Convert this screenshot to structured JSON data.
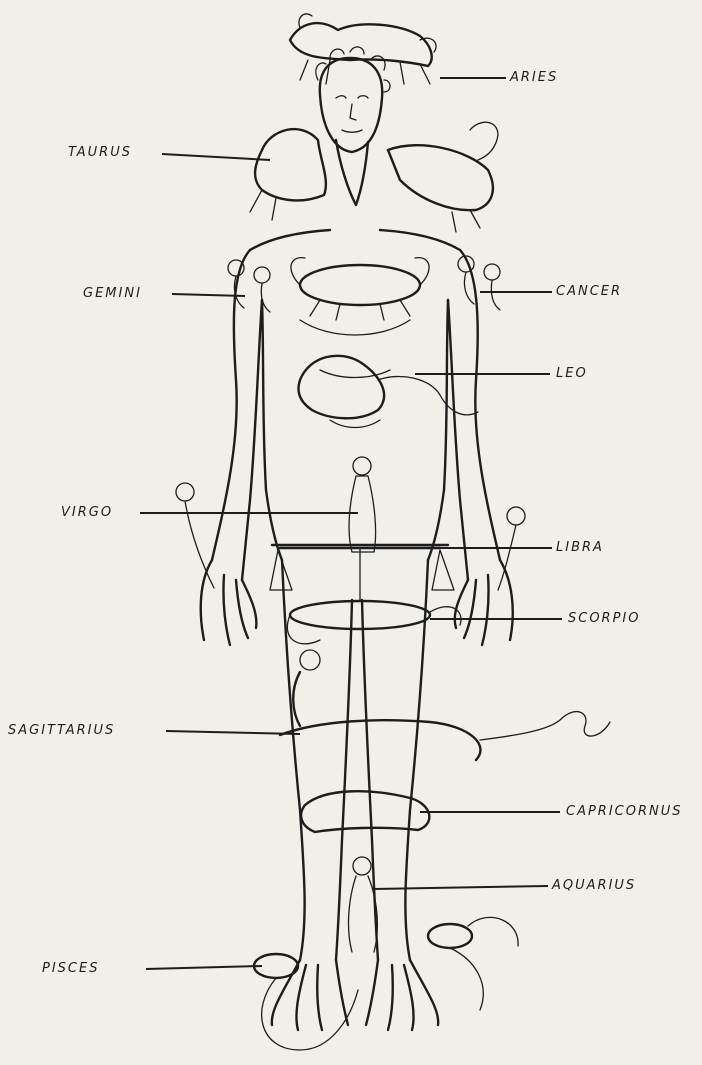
{
  "colors": {
    "background": "#f1efe9",
    "ink": "#1d1d1d"
  },
  "labels": {
    "aries": "ARIES",
    "taurus": "TAURUS",
    "gemini": "GEMINI",
    "cancer": "CANCER",
    "leo": "LEO",
    "virgo": "VIRGO",
    "libra": "LIBRA",
    "scorpio": "SCORPIO",
    "sagittarius": "SAGITTARIUS",
    "capricornus": "CAPRICORNUS",
    "aquarius": "AQUARIUS",
    "pisces": "PISCES"
  }
}
